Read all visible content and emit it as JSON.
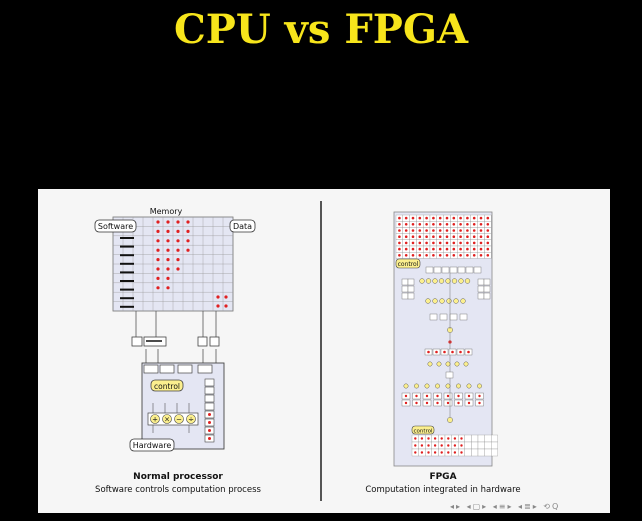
{
  "slide": {
    "title": "CPU vs FPGA"
  },
  "left_diagram": {
    "memory_label": "Memory",
    "software_label": "Software",
    "data_label": "Data",
    "control_label": "control",
    "hardware_label": "Hardware",
    "caption_title": "Normal processor",
    "caption_subtitle": "Software controls computation process"
  },
  "right_diagram": {
    "control_label_top": "control",
    "control_label_bottom": "control",
    "caption_title": "FPGA",
    "caption_subtitle": "Computation integrated in hardware"
  },
  "colors": {
    "title": "#f7e51b",
    "dot_red": "#e02020",
    "grid_blue": "#d8dcf2",
    "panel": "#f6f6f6"
  },
  "nav_icons": [
    "prev-icon",
    "frame-icon",
    "section-icon",
    "subsection-icon",
    "search-icon"
  ]
}
